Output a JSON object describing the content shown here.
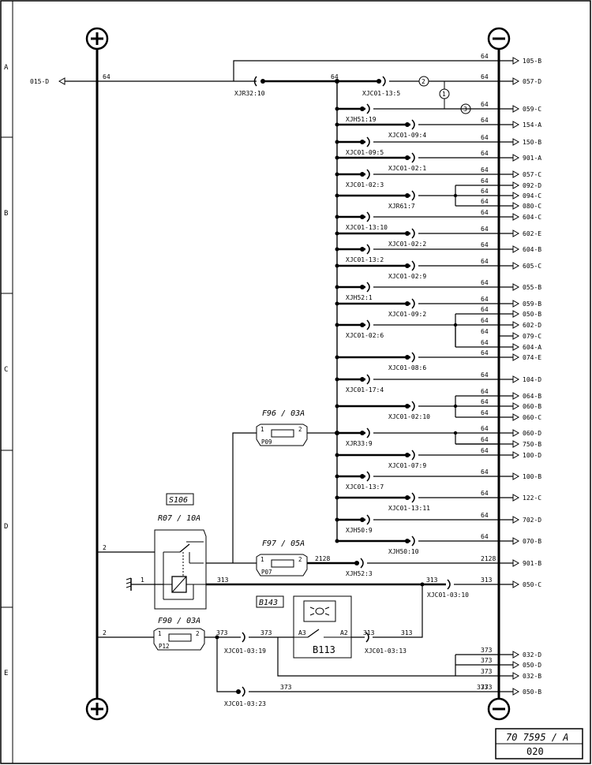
{
  "polarity": {
    "positive": "+",
    "negative": "−"
  },
  "zones": [
    "A",
    "B",
    "C",
    "D",
    "E"
  ],
  "left_output": {
    "code": "015-D",
    "wire": "64"
  },
  "main_wire": "64",
  "top_splice_conn": "XJR32:10",
  "main_conn": "XJC01-13:5",
  "circle_labels": [
    "2",
    "1",
    "3"
  ],
  "outputs": [
    {
      "wire": "64",
      "code": "105-B"
    },
    {
      "wire": "64",
      "code": "057-D"
    },
    {
      "wire": "64",
      "code": "059-C"
    },
    {
      "wire": "64",
      "code": "154-A"
    },
    {
      "wire": "64",
      "code": "150-B"
    },
    {
      "wire": "64",
      "code": "901-A"
    },
    {
      "wire": "64",
      "code": "057-C"
    },
    {
      "wire": "64",
      "code": "092-D"
    },
    {
      "wire": "64",
      "code": "094-C"
    },
    {
      "wire": "64",
      "code": "080-C"
    },
    {
      "wire": "64",
      "code": "604-C"
    },
    {
      "wire": "64",
      "code": "602-E"
    },
    {
      "wire": "64",
      "code": "604-B"
    },
    {
      "wire": "64",
      "code": "605-C"
    },
    {
      "wire": "64",
      "code": "055-B"
    },
    {
      "wire": "64",
      "code": "059-B"
    },
    {
      "wire": "64",
      "code": "050-B"
    },
    {
      "wire": "64",
      "code": "602-D"
    },
    {
      "wire": "64",
      "code": "079-C"
    },
    {
      "wire": "64",
      "code": "604-A"
    },
    {
      "wire": "64",
      "code": "074-E"
    },
    {
      "wire": "64",
      "code": "104-D"
    },
    {
      "wire": "64",
      "code": "064-B"
    },
    {
      "wire": "64",
      "code": "060-B"
    },
    {
      "wire": "64",
      "code": "060-C"
    },
    {
      "wire": "64",
      "code": "060-D"
    },
    {
      "wire": "64",
      "code": "750-B"
    },
    {
      "wire": "64",
      "code": "100-D"
    },
    {
      "wire": "64",
      "code": "100-B"
    },
    {
      "wire": "64",
      "code": "122-C"
    },
    {
      "wire": "64",
      "code": "702-D"
    },
    {
      "wire": "64",
      "code": "070-B"
    },
    {
      "wire": "2128",
      "code": "901-B"
    },
    {
      "wire": "313",
      "code": "050-C"
    },
    {
      "wire": "373",
      "code": "032-D"
    },
    {
      "wire": "373",
      "code": "050-D"
    },
    {
      "wire": "373",
      "code": "032-B"
    },
    {
      "wire": "373",
      "code": "050-B"
    }
  ],
  "connectors": [
    "XJH51:19",
    "XJC01-09:4",
    "XJC01-09:5",
    "XJC01-02:1",
    "XJC01-02:3",
    "XJR61:7",
    "XJC01-13:10",
    "XJC01-02:2",
    "XJC01-13:2",
    "XJC01-02:9",
    "XJH52:1",
    "XJC01-09:2",
    "XJC01-02:6",
    "XJC01-08:6",
    "XJC01-17:4",
    "XJC01-02:10",
    "XJR33:9",
    "XJC01-07:9",
    "XJC01-13:7",
    "XJC01-13:11",
    "XJH50:9",
    "XJH50:10"
  ],
  "fuses": {
    "f96": {
      "label": "F96 / 03A",
      "pin1": "1",
      "pin2": "2",
      "code": "P09"
    },
    "f97": {
      "label": "F97 / 05A",
      "pin1": "1",
      "pin2": "2",
      "code": "P07"
    },
    "f90": {
      "label": "F90 / 03A",
      "pin1": "1",
      "pin2": "2",
      "code": "P12"
    }
  },
  "relay": {
    "component": "S106",
    "label": "R07 / 10A"
  },
  "wires": {
    "relay_feed": "2",
    "ground_pin": "1",
    "coil": "313",
    "f97_out": "2128",
    "f90_feed": "2",
    "lamp_feed": "373",
    "lamp_out": "313"
  },
  "lower_conn": {
    "f97": "XJH52:3",
    "coil": "XJC01-03:10",
    "lamp_in": "XJC01-03:19",
    "lamp_out": "XJC01-03:13",
    "bottom": "XJC01-03:23"
  },
  "lamp": {
    "box": "B143",
    "name": "B113",
    "pin_a3": "A3",
    "pin_a2": "A2"
  },
  "title_block": {
    "doc_no": "70 7595 / A",
    "page": "020"
  }
}
